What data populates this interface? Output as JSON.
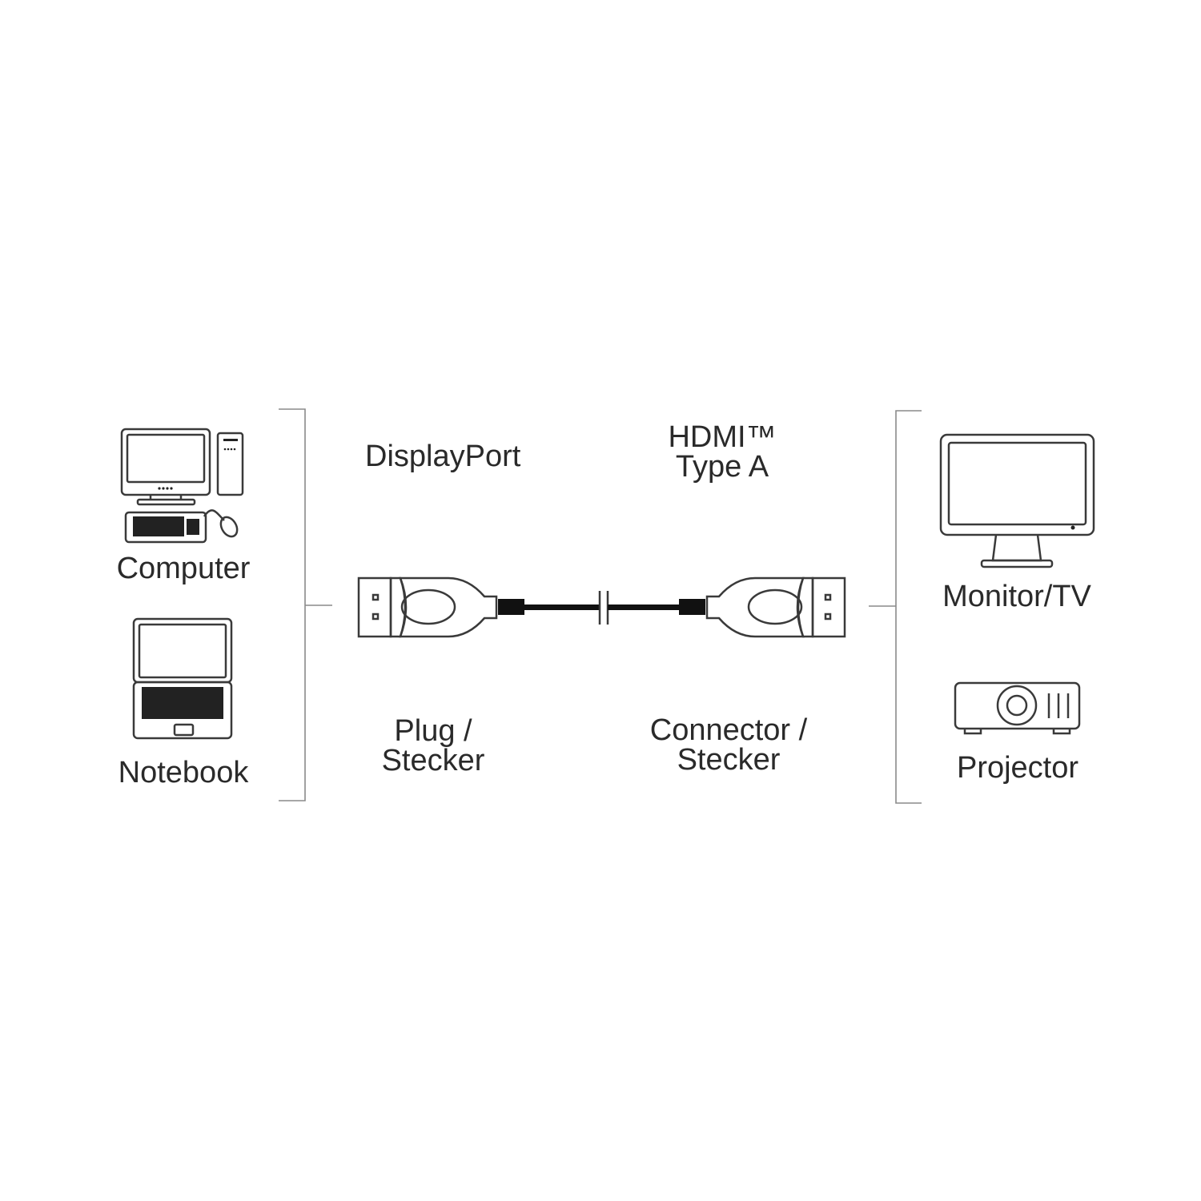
{
  "sources": {
    "computer_label": "Computer",
    "notebook_label": "Notebook"
  },
  "cable": {
    "left_end_type": "DisplayPort",
    "right_end_type_line1": "HDMI™",
    "right_end_type_line2": "Type A",
    "left_end_kind_line1": "Plug /",
    "left_end_kind_line2": "Stecker",
    "right_end_kind_line1": "Connector /",
    "right_end_kind_line2": "Stecker"
  },
  "targets": {
    "monitor_label": "Monitor/TV",
    "projector_label": "Projector"
  },
  "colors": {
    "line": "#3a3a3a",
    "bracket": "#8a8a8a",
    "text": "#2a2a2a"
  }
}
